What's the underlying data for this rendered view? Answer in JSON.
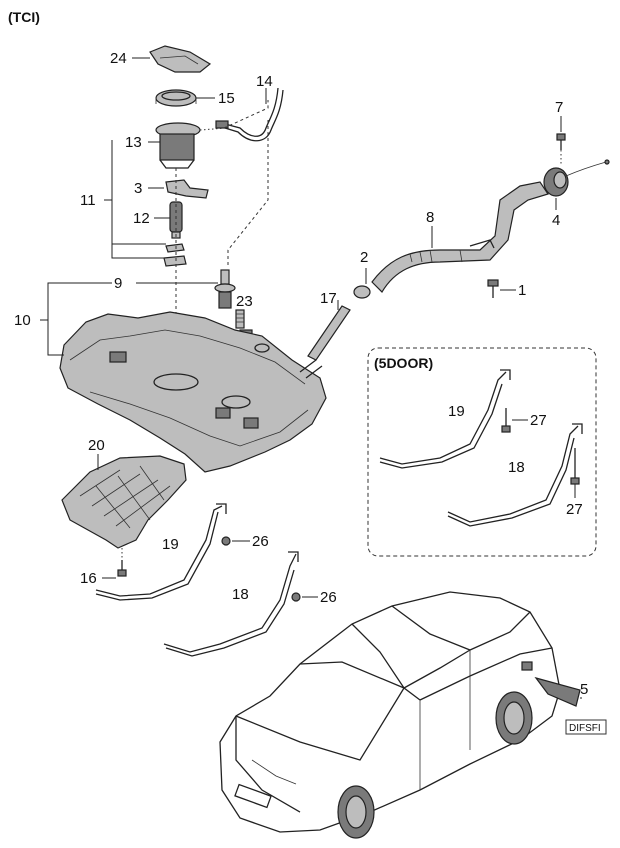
{
  "variant_label": "(TCI)",
  "inset_label": "(5DOOR)",
  "ref_code": "DIFSFI",
  "callouts": {
    "c1": "1",
    "c2": "2",
    "c3": "3",
    "c4": "4",
    "c5": "5",
    "c7": "7",
    "c8": "8",
    "c9": "9",
    "c10": "10",
    "c11": "11",
    "c12": "12",
    "c13": "13",
    "c14": "14",
    "c15": "15",
    "c16": "16",
    "c17": "17",
    "c18": "18",
    "c19": "19",
    "c20": "20",
    "c23": "23",
    "c24": "24",
    "c26a": "26",
    "c26b": "26",
    "c19i": "19",
    "c18i": "18",
    "c27a": "27",
    "c27b": "27"
  }
}
